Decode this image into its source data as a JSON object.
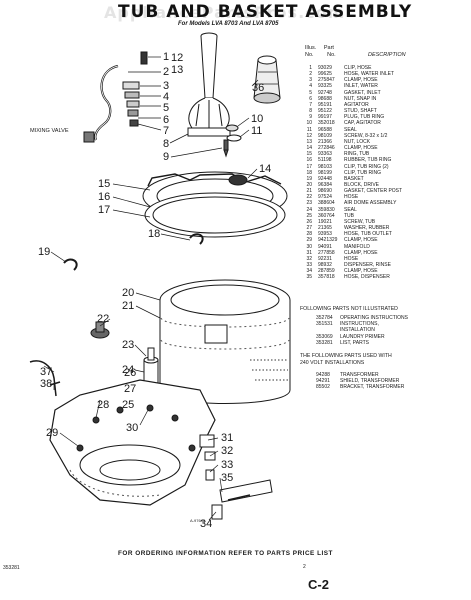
{
  "header": {
    "title": "TUB AND BASKET ASSEMBLY",
    "watermark": "AppliancePartsPros.com",
    "subtitle": "For Models LVA 8703 And LVA 8705"
  },
  "table_header": {
    "illus": "Illus.",
    "no": "No.",
    "part": "Part",
    "part_no": "No.",
    "description": "DESCRIPTION"
  },
  "parts": [
    {
      "n": "1",
      "p": "93029",
      "d": "CLIP, HOSE"
    },
    {
      "n": "2",
      "p": "99625",
      "d": "HOSE, WATER INLET"
    },
    {
      "n": "3",
      "p": "275847",
      "d": "CLAMP, HOSE"
    },
    {
      "n": "4",
      "p": "93325",
      "d": "INLET, WATER"
    },
    {
      "n": "5",
      "p": "92748",
      "d": "GASKET, INLET"
    },
    {
      "n": "6",
      "p": "98688",
      "d": "NUT, SNAP IN"
    },
    {
      "n": "7",
      "p": "95191",
      "d": "AGITATOR"
    },
    {
      "n": "8",
      "p": "95122",
      "d": "STUD, SHAFT"
    },
    {
      "n": "9",
      "p": "99197",
      "d": "PLUG, TUB RING"
    },
    {
      "n": "10",
      "p": "352018",
      "d": "CAP, AGITATOR"
    },
    {
      "n": "11",
      "p": "96588",
      "d": "SEAL"
    },
    {
      "n": "12",
      "p": "98109",
      "d": "SCREW, 8-32 x 1/2"
    },
    {
      "n": "13",
      "p": "21366",
      "d": "NUT, LOCK"
    },
    {
      "n": "14",
      "p": "272846",
      "d": "CLAMP, HOSE"
    },
    {
      "n": "15",
      "p": "93363",
      "d": "RING, TUB"
    },
    {
      "n": "16",
      "p": "51198",
      "d": "RUBBER, TUB RING"
    },
    {
      "n": "17",
      "p": "98103",
      "d": "CLIP, TUB RING (2)"
    },
    {
      "n": "18",
      "p": "98199",
      "d": "CLIP, TUB RING"
    },
    {
      "n": "19",
      "p": "92448",
      "d": "BASKET"
    },
    {
      "n": "20",
      "p": "96384",
      "d": "BLOCK, DRIVE"
    },
    {
      "n": "21",
      "p": "98690",
      "d": "GASKET, CENTER POST"
    },
    {
      "n": "22",
      "p": "97524",
      "d": "HOSE"
    },
    {
      "n": "23",
      "p": "388604",
      "d": "AIR DOME ASSEMBLY"
    },
    {
      "n": "24",
      "p": "359830",
      "d": "SEAL"
    },
    {
      "n": "25",
      "p": "360764",
      "d": "TUB"
    },
    {
      "n": "26",
      "p": "19021",
      "d": "SCREW, TUB"
    },
    {
      "n": "27",
      "p": "21365",
      "d": "WASHER, RUBBER"
    },
    {
      "n": "28",
      "p": "93953",
      "d": "HOSE, TUB OUTLET"
    },
    {
      "n": "29",
      "p": "9421329",
      "d": "CLAMP, HOSE"
    },
    {
      "n": "30",
      "p": "94091",
      "d": "MANIFOLD"
    },
    {
      "n": "31",
      "p": "277858",
      "d": "CLAMP, HOSE"
    },
    {
      "n": "32",
      "p": "92231",
      "d": "HOSE"
    },
    {
      "n": "33",
      "p": "98932",
      "d": "DISPENSER, RINSE"
    },
    {
      "n": "34",
      "p": "287859",
      "d": "CLAMP, HOSE"
    },
    {
      "n": "35",
      "p": "357818",
      "d": "HOSE, DISPENSER"
    }
  ],
  "not_illustrated": {
    "heading": "FOLLOWING PARTS NOT ILLUSTRATED",
    "items": [
      {
        "p": "352784",
        "d": "OPERATING INSTRUCTIONS"
      },
      {
        "p": "351531",
        "d": "INSTRUCTIONS,"
      },
      {
        "p": "",
        "d": "INSTALLATION"
      },
      {
        "p": "353069",
        "d": "LAUNDRY PRIMER"
      },
      {
        "p": "353281",
        "d": "LIST, PARTS"
      }
    ]
  },
  "volt240": {
    "heading1": "THE FOLLOWING PARTS USED WITH",
    "heading2": "240 VOLT INSTALLATIONS",
    "items": [
      {
        "p": "94288",
        "d": "TRANSFORMER"
      },
      {
        "p": "94291",
        "d": "SHIELD, TRANSFORMER"
      },
      {
        "p": "85502",
        "d": "BRACKET, TRANSFORMER"
      }
    ]
  },
  "diagram": {
    "mixing_valve_label": "MIXING VALVE",
    "drawing_code": "A-9764A",
    "callouts": [
      "1",
      "2",
      "3",
      "4",
      "5",
      "6",
      "7",
      "8",
      "9",
      "10",
      "11",
      "12",
      "13",
      "14",
      "15",
      "16",
      "17",
      "18",
      "19",
      "20",
      "21",
      "22",
      "23",
      "24",
      "25",
      "26",
      "27",
      "28",
      "29",
      "30",
      "31",
      "32",
      "33",
      "34",
      "35",
      "36",
      "37",
      "38"
    ]
  },
  "footer": {
    "ordering": "FOR ORDERING INFORMATION REFER TO PARTS PRICE LIST",
    "left_code": "353281",
    "page_number": "2",
    "page_id": "C-2"
  }
}
